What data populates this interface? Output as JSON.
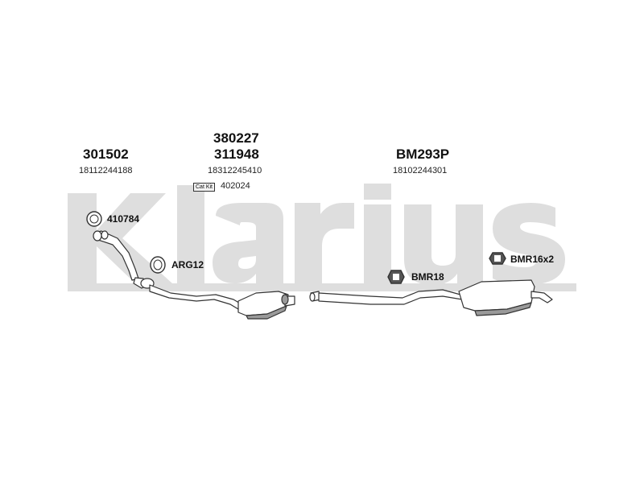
{
  "watermark": {
    "brand": "Klarius",
    "color": "#dcdcdc"
  },
  "parts": {
    "downpipe": {
      "part_number": "301502",
      "oem_number": "18112244188"
    },
    "catalyst": {
      "part_number_1": "380227",
      "part_number_2": "311948",
      "oem_number": "18312245410"
    },
    "rear_section": {
      "part_number": "BM293P",
      "oem_number": "18102244301"
    }
  },
  "cat_kit": {
    "badge": "Cat Kit",
    "number": "402024"
  },
  "fittings": {
    "gasket_410784": {
      "label": "410784",
      "icon": "ring-gasket-icon"
    },
    "ring_arg12": {
      "label": "ARG12",
      "icon": "ring-icon"
    },
    "mount_bmr18": {
      "label": "BMR18",
      "icon": "rubber-mount-icon"
    },
    "mount_bmr16": {
      "label": "BMR16x2",
      "icon": "rubber-mount-icon"
    }
  },
  "colors": {
    "line": "#333333",
    "pipe_fill": "#ffffff",
    "shade": "#9a9a9a",
    "watermark": "#dcdcdc"
  }
}
